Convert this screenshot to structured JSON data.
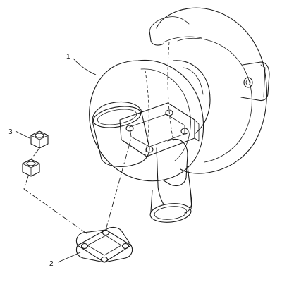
{
  "callouts": [
    {
      "id": "1",
      "label": "1"
    },
    {
      "id": "2",
      "label": "2"
    },
    {
      "id": "3",
      "label": "3"
    }
  ],
  "parts": {
    "turbocharger": "turbocharger",
    "gasket": "gasket",
    "nut_upper": "nut",
    "nut_lower": "nut"
  },
  "colors": {
    "line": "#1a1a1a",
    "background": "#ffffff"
  }
}
